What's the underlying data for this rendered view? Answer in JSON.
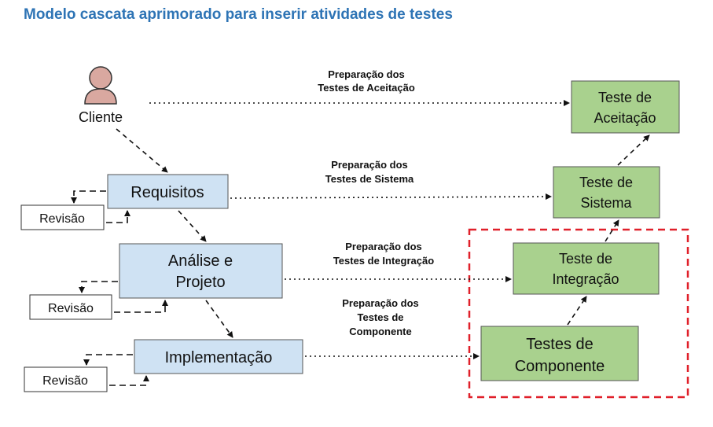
{
  "title": "Modelo cascata aprimorado para inserir atividades de testes",
  "actor": {
    "label": "Cliente"
  },
  "phases": [
    {
      "id": "requisitos",
      "label": "Requisitos"
    },
    {
      "id": "analise",
      "label_lines": [
        "Análise e",
        "Projeto"
      ]
    },
    {
      "id": "implementacao",
      "label": "Implementação"
    }
  ],
  "reviews": [
    "Revisão",
    "Revisão",
    "Revisão"
  ],
  "tests": [
    {
      "id": "aceitacao",
      "label_lines": [
        "Teste de",
        "Aceitação"
      ]
    },
    {
      "id": "sistema",
      "label_lines": [
        "Teste de",
        "Sistema"
      ]
    },
    {
      "id": "integracao",
      "label_lines": [
        "Teste de",
        "Integração"
      ]
    },
    {
      "id": "componente",
      "label_lines": [
        "Testes de",
        "Componente"
      ]
    }
  ],
  "preparations": [
    {
      "lines": [
        "Preparação dos",
        "Testes de Aceitação"
      ]
    },
    {
      "lines": [
        "Preparação dos",
        "Testes de Sistema"
      ]
    },
    {
      "lines": [
        "Preparação dos",
        "Testes de Integração"
      ]
    },
    {
      "lines": [
        "Preparação dos",
        "Testes de",
        "Componente"
      ]
    }
  ],
  "colors": {
    "title": "#2e74b5",
    "phase_fill": "#cfe2f3",
    "test_fill": "#a9d18e",
    "highlight_border": "#e0202a",
    "actor_fill": "#d9a8a0"
  }
}
